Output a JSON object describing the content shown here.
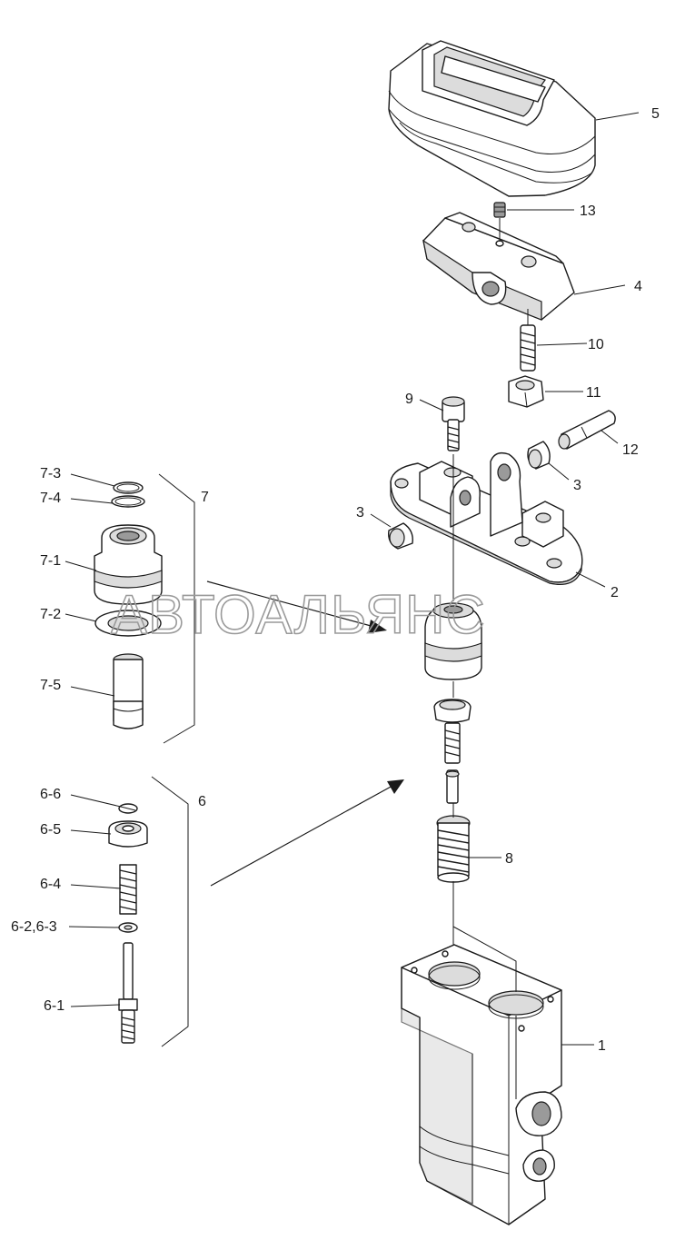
{
  "watermark": "АВТОАЛЬЯНС",
  "callouts": {
    "p1": "1",
    "p2": "2",
    "p3a": "3",
    "p3b": "3",
    "p4": "4",
    "p5": "5",
    "p6": "6",
    "p7": "7",
    "p8": "8",
    "p9": "9",
    "p10": "10",
    "p11": "11",
    "p12": "12",
    "p13": "13",
    "p6_1": "6-1",
    "p6_2_3": "6-2,6-3",
    "p6_4": "6-4",
    "p6_5": "6-5",
    "p6_6": "6-6",
    "p7_1": "7-1",
    "p7_2": "7-2",
    "p7_3": "7-3",
    "p7_4": "7-4",
    "p7_5": "7-5"
  },
  "colors": {
    "line": "#1a1a1a",
    "shade": "#dcdcdc",
    "watermark": "#9a9a9a"
  }
}
